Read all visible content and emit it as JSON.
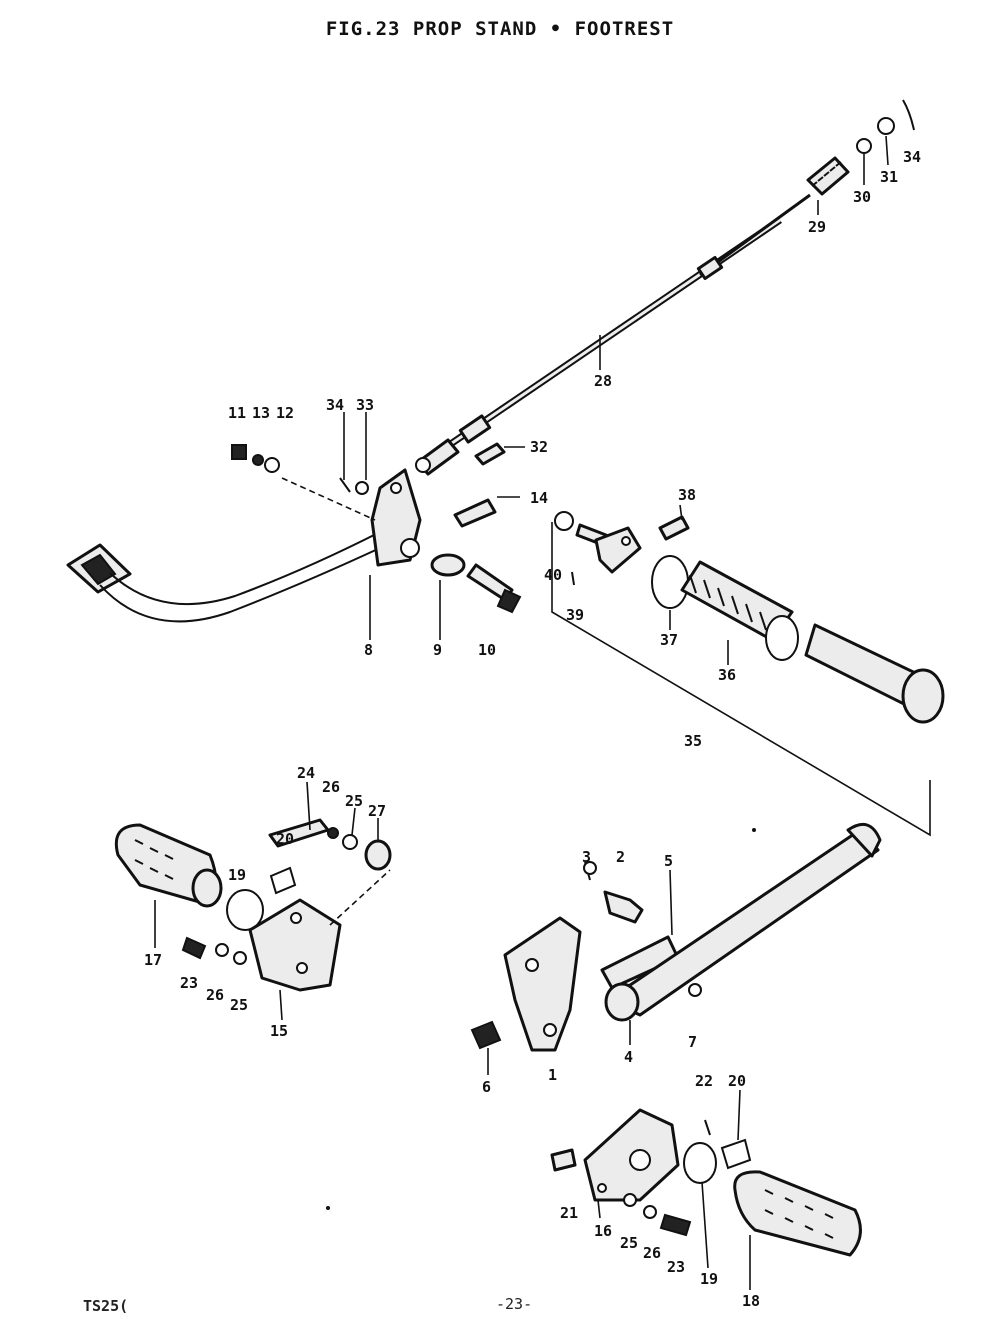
{
  "title": "FIG.23  PROP STAND • FOOTREST",
  "model": "TS25(",
  "page_number": "-23-",
  "part_numbers": [
    "1",
    "2",
    "3",
    "4",
    "5",
    "6",
    "7",
    "8",
    "9",
    "10",
    "11",
    "12",
    "13",
    "14",
    "15",
    "16",
    "17",
    "18",
    "19",
    "20",
    "21",
    "22",
    "23",
    "24",
    "25",
    "26",
    "27",
    "28",
    "29",
    "30",
    "31",
    "32",
    "33",
    "34",
    "35",
    "36",
    "37",
    "38",
    "39",
    "40"
  ],
  "callouts": [
    {
      "id": "c29",
      "label": "29"
    },
    {
      "id": "c30",
      "label": "30"
    },
    {
      "id": "c31",
      "label": "31"
    },
    {
      "id": "c34a",
      "label": "34"
    },
    {
      "id": "c28",
      "label": "28"
    },
    {
      "id": "c32",
      "label": "32"
    },
    {
      "id": "c14",
      "label": "14"
    },
    {
      "id": "c11",
      "label": "11"
    },
    {
      "id": "c13",
      "label": "13"
    },
    {
      "id": "c12",
      "label": "12"
    },
    {
      "id": "c34b",
      "label": "34"
    },
    {
      "id": "c33",
      "label": "33"
    },
    {
      "id": "c8",
      "label": "8"
    },
    {
      "id": "c9",
      "label": "9"
    },
    {
      "id": "c10",
      "label": "10"
    },
    {
      "id": "c38",
      "label": "38"
    },
    {
      "id": "c40",
      "label": "40"
    },
    {
      "id": "c39",
      "label": "39"
    },
    {
      "id": "c37",
      "label": "37"
    },
    {
      "id": "c36",
      "label": "36"
    },
    {
      "id": "c35",
      "label": "35"
    },
    {
      "id": "c24",
      "label": "24"
    },
    {
      "id": "c26a",
      "label": "26"
    },
    {
      "id": "c25a",
      "label": "25"
    },
    {
      "id": "c27",
      "label": "27"
    },
    {
      "id": "c20a",
      "label": "20"
    },
    {
      "id": "c19a",
      "label": "19"
    },
    {
      "id": "c17",
      "label": "17"
    },
    {
      "id": "c23a",
      "label": "23"
    },
    {
      "id": "c26b",
      "label": "26"
    },
    {
      "id": "c25b",
      "label": "25"
    },
    {
      "id": "c15",
      "label": "15"
    },
    {
      "id": "c3",
      "label": "3"
    },
    {
      "id": "c2",
      "label": "2"
    },
    {
      "id": "c5",
      "label": "5"
    },
    {
      "id": "c1",
      "label": "1"
    },
    {
      "id": "c4",
      "label": "4"
    },
    {
      "id": "c7",
      "label": "7"
    },
    {
      "id": "c6",
      "label": "6"
    },
    {
      "id": "c22",
      "label": "22"
    },
    {
      "id": "c20b",
      "label": "20"
    },
    {
      "id": "c21",
      "label": "21"
    },
    {
      "id": "c16",
      "label": "16"
    },
    {
      "id": "c25c",
      "label": "25"
    },
    {
      "id": "c26c",
      "label": "26"
    },
    {
      "id": "c23b",
      "label": "23"
    },
    {
      "id": "c19b",
      "label": "19"
    },
    {
      "id": "c18",
      "label": "18"
    }
  ]
}
